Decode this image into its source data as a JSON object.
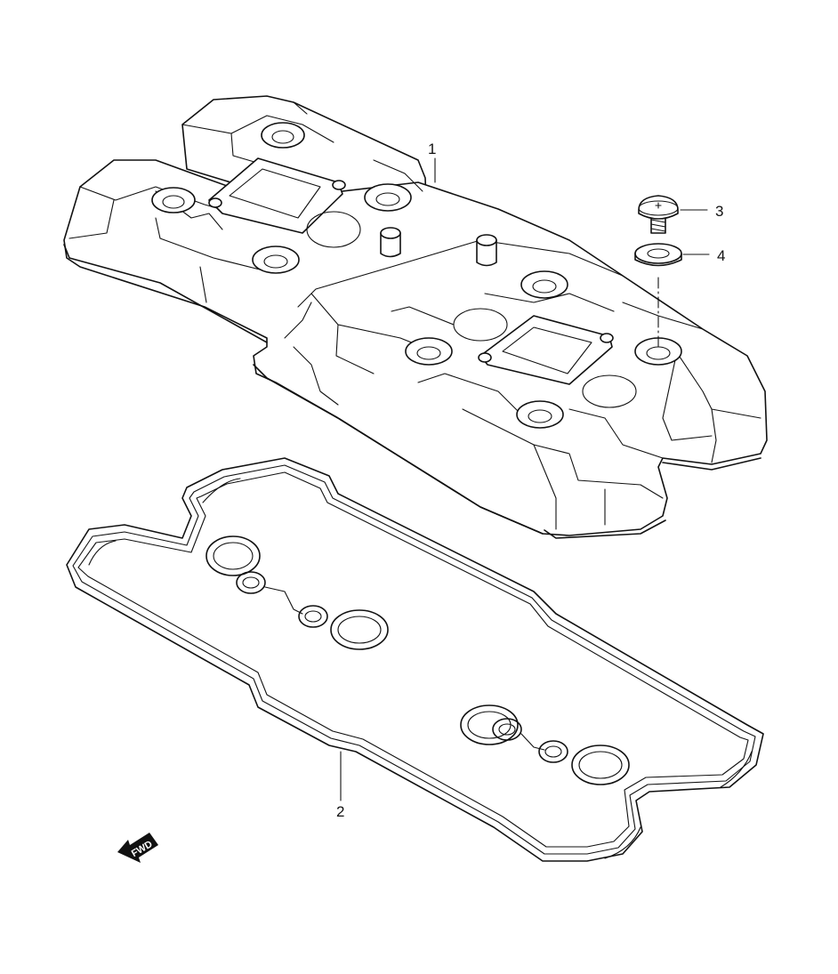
{
  "callouts": [
    {
      "id": "1",
      "label": "1"
    },
    {
      "id": "2",
      "label": "2"
    },
    {
      "id": "3",
      "label": "3"
    },
    {
      "id": "4",
      "label": "4"
    }
  ],
  "fwd_label": "FWD"
}
